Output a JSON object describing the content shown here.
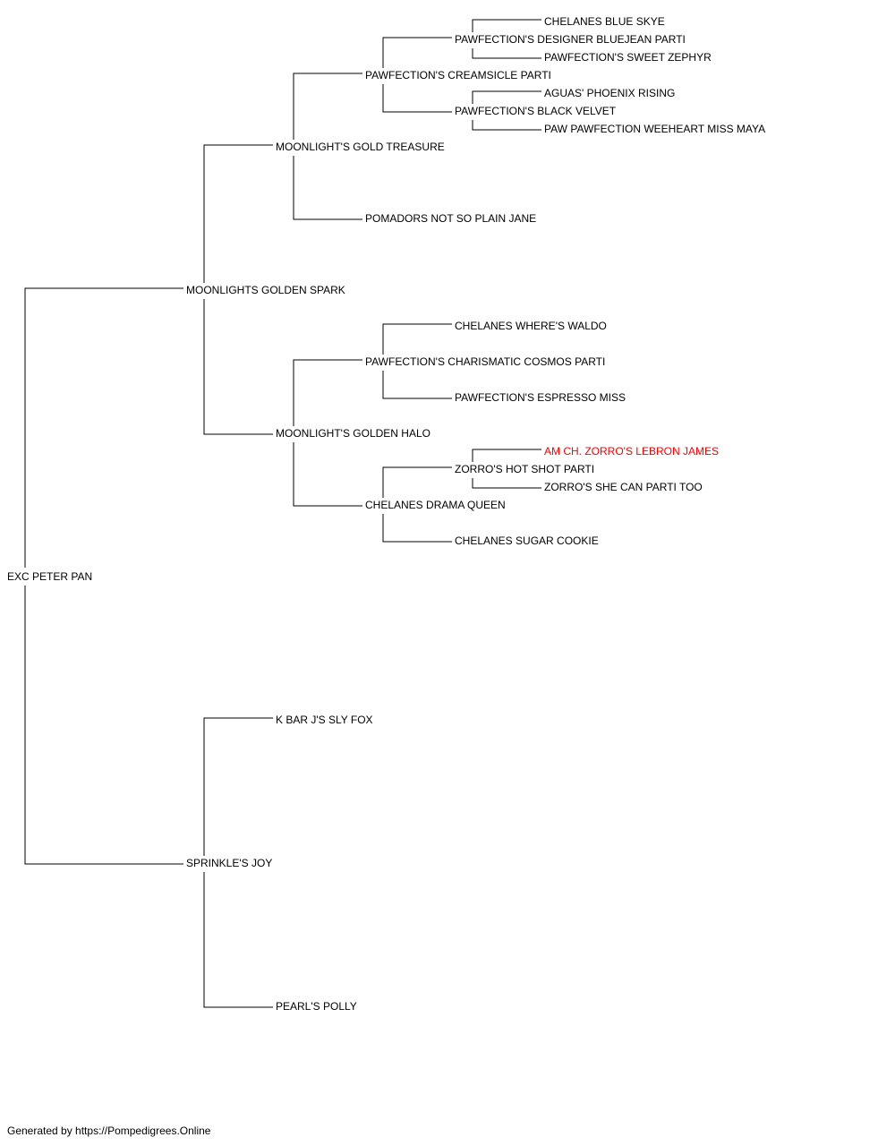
{
  "colors": {
    "text": "#000000",
    "highlight": "#ff0000",
    "line": "#000000"
  },
  "pedigree": {
    "root": "EXC PETER PAN",
    "sire": "MOONLIGHTS GOLDEN SPARK",
    "dam": "SPRINKLE'S JOY",
    "sire_sire": "MOONLIGHT'S GOLD TREASURE",
    "sire_dam": "MOONLIGHT'S GOLDEN HALO",
    "dam_sire": "K BAR J'S SLY FOX",
    "dam_dam": "PEARL'S POLLY",
    "sss": "PAWFECTION'S CREAMSICLE PARTI",
    "ssd": "POMADORS NOT SO PLAIN JANE",
    "sds": "PAWFECTION'S CHARISMATIC COSMOS PARTI",
    "sdd": "CHELANES DRAMA QUEEN",
    "ssss": "PAWFECTION'S DESIGNER BLUEJEAN PARTI",
    "sssd": "PAWFECTION'S BLACK VELVET",
    "sdss": "CHELANES WHERE'S WALDO",
    "sdsd": "PAWFECTION'S ESPRESSO MISS",
    "sdds": "ZORRO'S HOT SHOT PARTI",
    "sddd": "CHELANES SUGAR COOKIE",
    "sssss": "CHELANES BLUE SKYE",
    "ssssd": "PAWFECTION'S SWEET ZEPHYR",
    "sssds": "AGUAS' PHOENIX RISING",
    "sssdd": "PAW PAWFECTION WEEHEART MISS MAYA",
    "sddss": "AM CH. ZORRO'S LEBRON JAMES",
    "sddsd": "ZORRO'S SHE CAN PARTI TOO"
  },
  "footer": "Generated by https://Pompedigrees.Online"
}
